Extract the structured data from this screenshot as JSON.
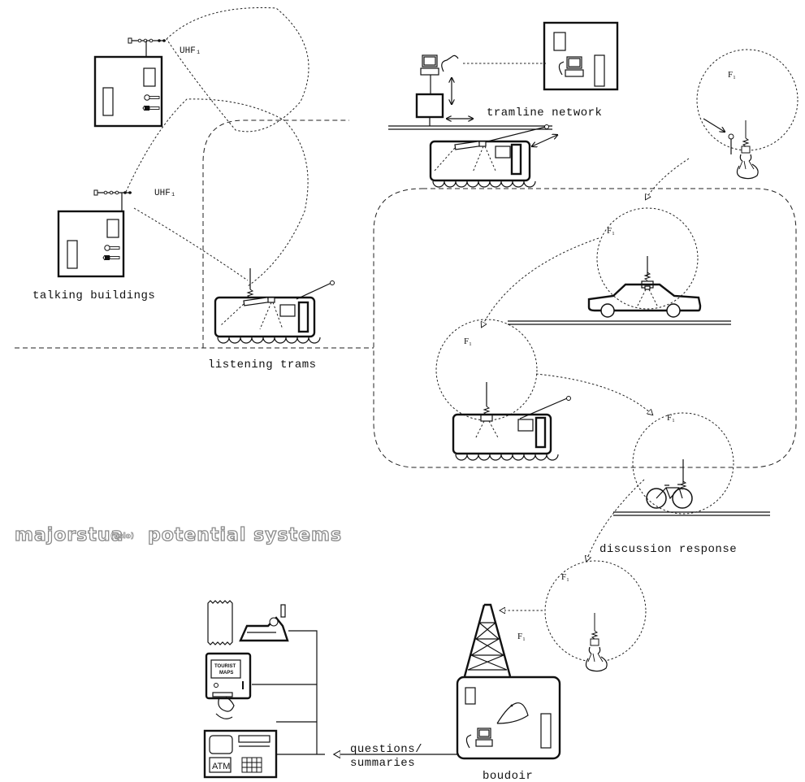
{
  "title": {
    "main_left": "majorstua",
    "sub": "(oslo)",
    "main_right": "potential systems"
  },
  "labels": {
    "uhf": "UHF₁",
    "f1": "F₁",
    "talking_buildings": "talking buildings",
    "listening_trams": "listening trams",
    "tramline_network": "tramline network",
    "discussion_response": "discussion response",
    "questions": "questions/",
    "summaries": "summaries",
    "boudoir": "boudoir",
    "tourist_maps_1": "TOURIST",
    "tourist_maps_2": "MAPS",
    "atm": "ATM"
  },
  "colors": {
    "ink": "#111111",
    "title_outline": "#8a8a8a",
    "background": "#ffffff"
  }
}
